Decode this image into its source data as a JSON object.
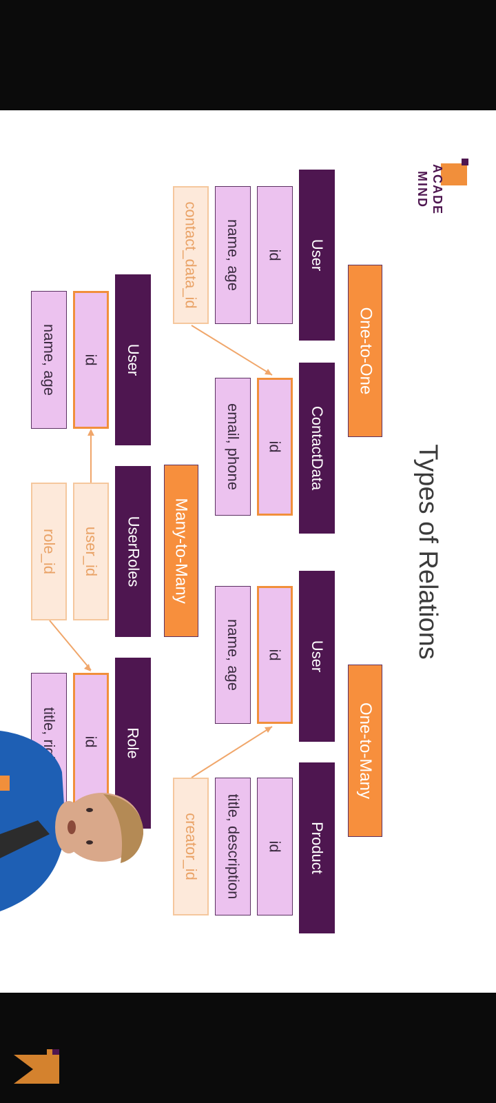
{
  "title": "Types of Relations",
  "logo": {
    "line1": "ACADE",
    "line2": "MIND"
  },
  "tags": {
    "one_to_one": "One-to-One",
    "one_to_many": "One-to-Many",
    "many_to_many": "Many-to-Many"
  },
  "one_to_one": {
    "user": {
      "header": "User",
      "id": "id",
      "fields": "name, age",
      "fk": "contact_data_id"
    },
    "contact": {
      "header": "ContactData",
      "id": "id",
      "fields": "email, phone"
    }
  },
  "one_to_many": {
    "user": {
      "header": "User",
      "id": "id",
      "fields": "name, age"
    },
    "product": {
      "header": "Product",
      "id": "id",
      "fields": "title, description",
      "fk": "creator_id"
    }
  },
  "many_to_many": {
    "user": {
      "header": "User",
      "id": "id",
      "fields": "name, age"
    },
    "user_roles": {
      "header": "UserRoles",
      "fk1": "user_id",
      "fk2": "role_id"
    },
    "role": {
      "header": "Role",
      "id": "id",
      "fields": "title, rights"
    }
  },
  "colors": {
    "header": "#4e1650",
    "field": "#ecc2ef",
    "key_border": "#f18f3b",
    "foreign_key": "#fde9da",
    "tag": "#f78f3d"
  }
}
